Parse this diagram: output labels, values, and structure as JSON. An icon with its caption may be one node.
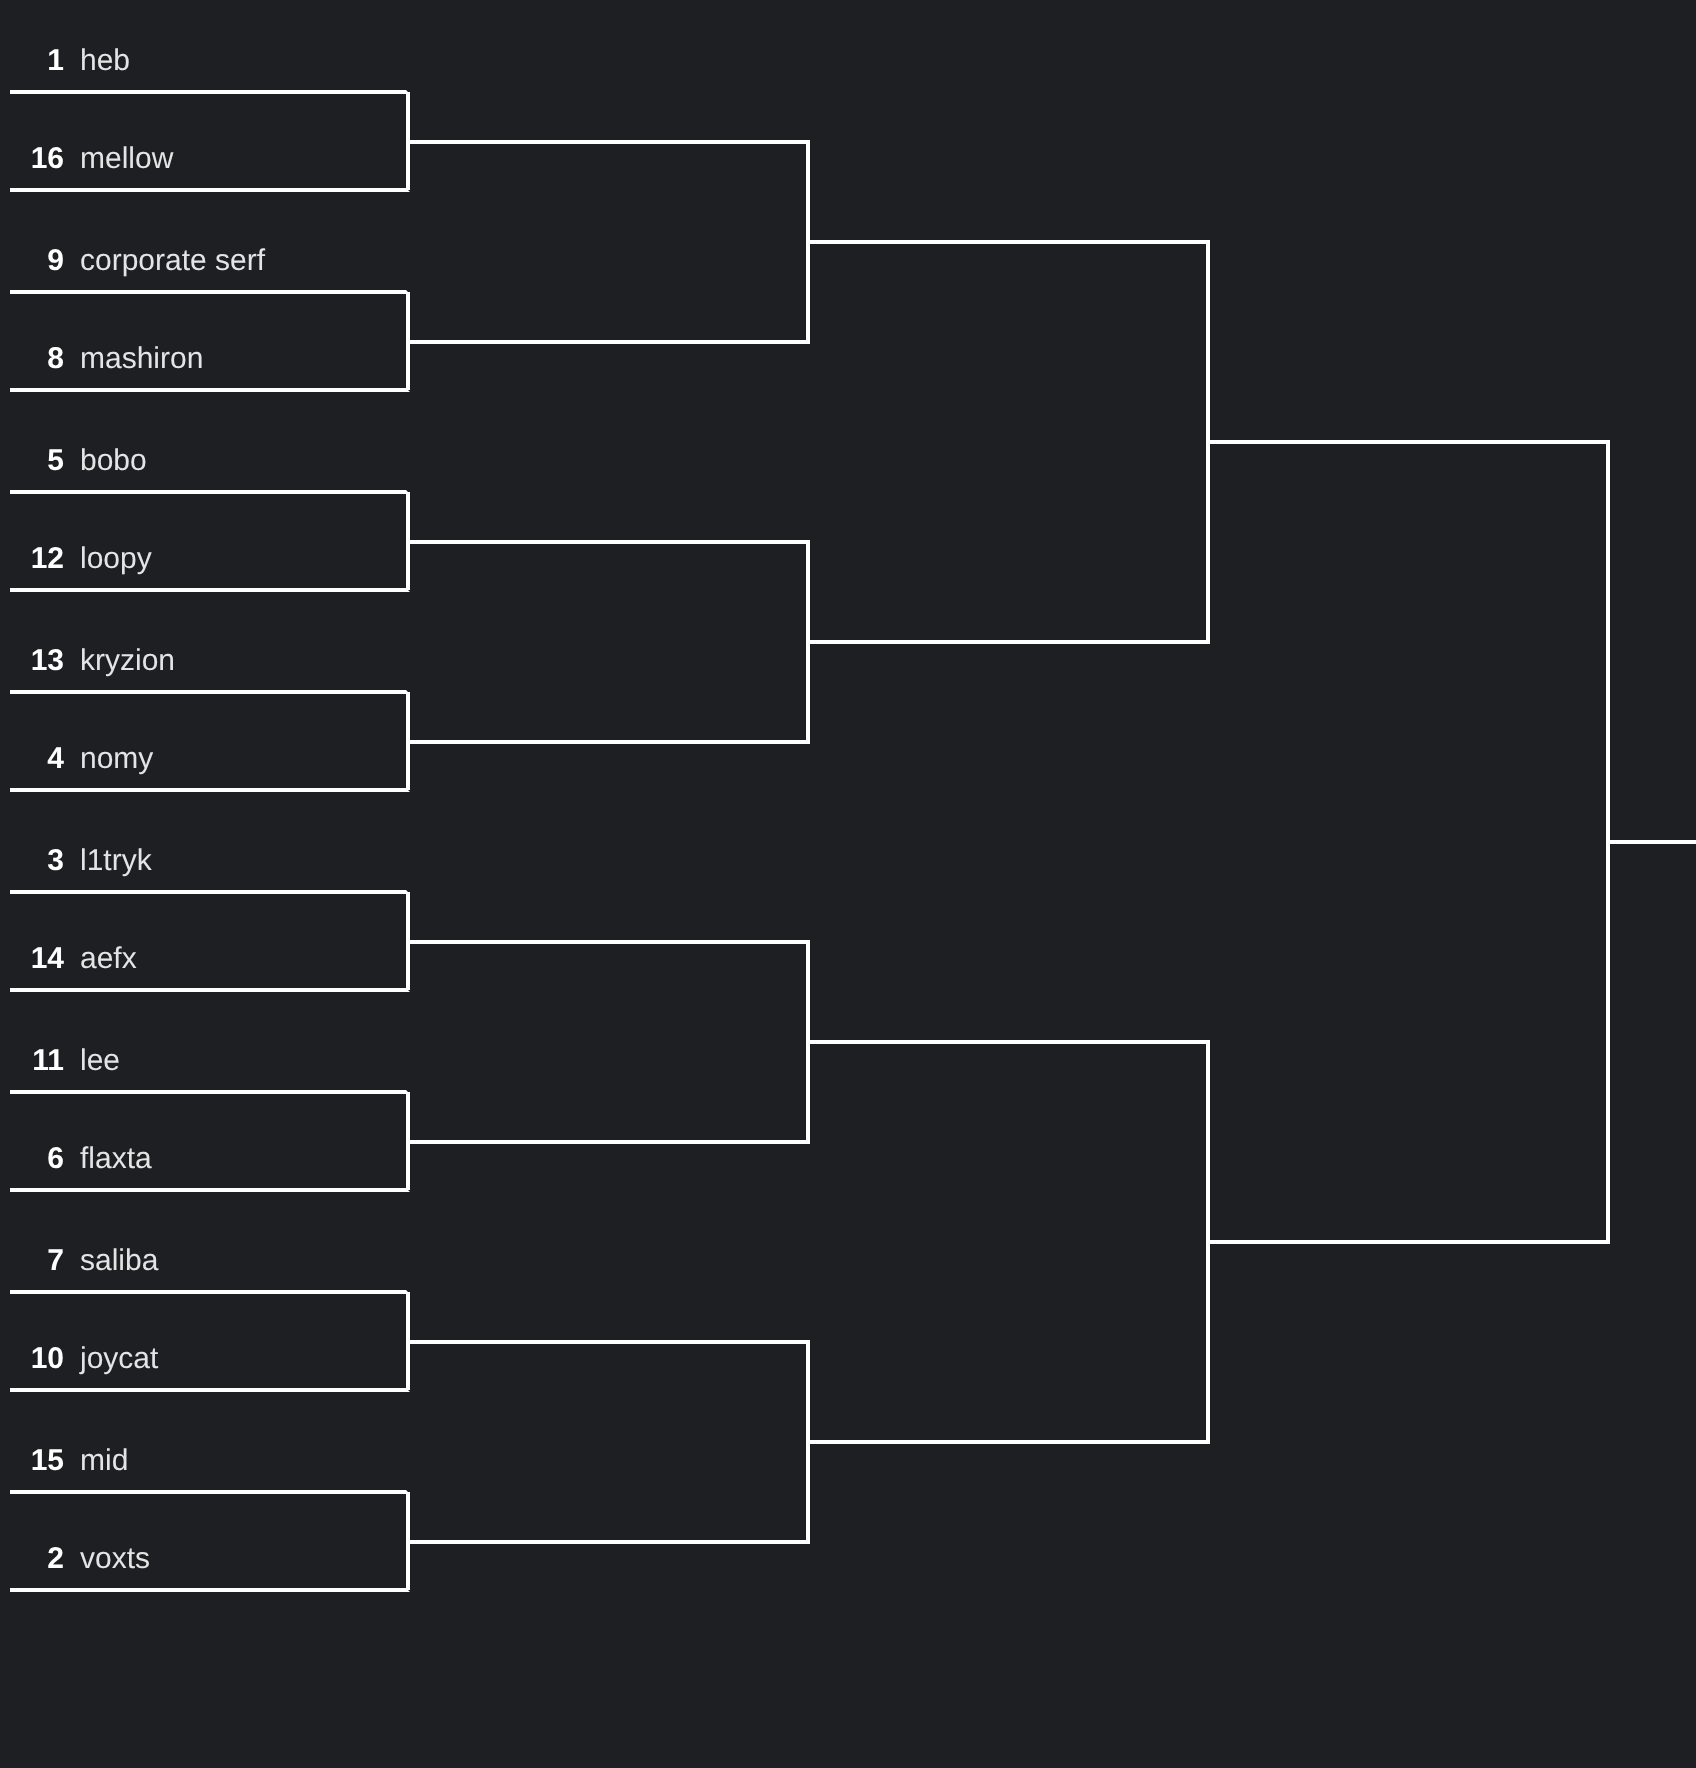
{
  "diagram": {
    "nodes": [
      {
        "text": [
          "1",
          "heb"
        ]
      },
      {
        "text": [
          "16",
          "mellow"
        ]
      },
      {
        "text": [
          "9",
          "corporate serf"
        ]
      },
      {
        "text": [
          "8",
          "mashiron"
        ]
      },
      {
        "text": [
          "5",
          "bobo"
        ]
      },
      {
        "text": [
          "12",
          "loopy"
        ]
      },
      {
        "text": [
          "13",
          "kryzion"
        ]
      },
      {
        "text": [
          "4",
          "nomy"
        ]
      },
      {
        "text": [
          "3",
          "l1tryk"
        ]
      },
      {
        "text": [
          "14",
          "aefx"
        ]
      },
      {
        "text": [
          "11",
          "lee"
        ]
      },
      {
        "text": [
          "6",
          "flaxta"
        ]
      },
      {
        "text": [
          "7",
          "saliba"
        ]
      },
      {
        "text": [
          "10",
          "joycat"
        ]
      },
      {
        "text": [
          "15",
          "mid"
        ]
      },
      {
        "text": [
          "2",
          "voxts"
        ]
      },
      {
        "text": [],
        "shape": "bar"
      },
      {
        "text": [],
        "shape": "bar"
      },
      {
        "text": [],
        "shape": "bar"
      },
      {
        "text": [],
        "shape": "bar"
      },
      {
        "text": [],
        "shape": "bar"
      },
      {
        "text": [],
        "shape": "bar"
      },
      {
        "text": [],
        "shape": "bar"
      },
      {
        "text": [],
        "shape": "bar"
      },
      {
        "text": [],
        "shape": "bar"
      },
      {
        "text": [],
        "shape": "bar"
      },
      {
        "text": [],
        "shape": "bar"
      },
      {
        "text": [],
        "shape": "bar"
      },
      {
        "text": [],
        "shape": "bar"
      },
      {
        "text": [],
        "shape": "bar"
      },
      {
        "text": [],
        "shape": "bar"
      }
    ],
    "edges": [
      {
        "from": 0,
        "to": 16,
        "arrow": "none"
      },
      {
        "from": 1,
        "to": 16,
        "arrow": "none"
      },
      {
        "from": 2,
        "to": 17,
        "arrow": "none"
      },
      {
        "from": 3,
        "to": 17,
        "arrow": "none"
      },
      {
        "from": 4,
        "to": 18,
        "arrow": "none"
      },
      {
        "from": 5,
        "to": 18,
        "arrow": "none"
      },
      {
        "from": 6,
        "to": 19,
        "arrow": "none"
      },
      {
        "from": 7,
        "to": 19,
        "arrow": "none"
      },
      {
        "from": 8,
        "to": 20,
        "arrow": "none"
      },
      {
        "from": 9,
        "to": 20,
        "arrow": "none"
      },
      {
        "from": 10,
        "to": 21,
        "arrow": "none"
      },
      {
        "from": 11,
        "to": 21,
        "arrow": "none"
      },
      {
        "from": 12,
        "to": 22,
        "arrow": "none"
      },
      {
        "from": 13,
        "to": 22,
        "arrow": "none"
      },
      {
        "from": 14,
        "to": 23,
        "arrow": "none"
      },
      {
        "from": 15,
        "to": 23,
        "arrow": "none"
      },
      {
        "from": 16,
        "to": 24,
        "arrow": "none"
      },
      {
        "from": 17,
        "to": 24,
        "arrow": "none"
      },
      {
        "from": 18,
        "to": 25,
        "arrow": "none"
      },
      {
        "from": 19,
        "to": 25,
        "arrow": "none"
      },
      {
        "from": 20,
        "to": 26,
        "arrow": "none"
      },
      {
        "from": 21,
        "to": 26,
        "arrow": "none"
      },
      {
        "from": 22,
        "to": 27,
        "arrow": "none"
      },
      {
        "from": 23,
        "to": 27,
        "arrow": "none"
      },
      {
        "from": 24,
        "to": 28,
        "arrow": "none"
      },
      {
        "from": 25,
        "to": 28,
        "arrow": "none"
      },
      {
        "from": 26,
        "to": 29,
        "arrow": "none"
      },
      {
        "from": 27,
        "to": 29,
        "arrow": "none"
      },
      {
        "from": 28,
        "to": 30,
        "arrow": "none"
      },
      {
        "from": 29,
        "to": 30,
        "arrow": "none"
      }
    ]
  }
}
